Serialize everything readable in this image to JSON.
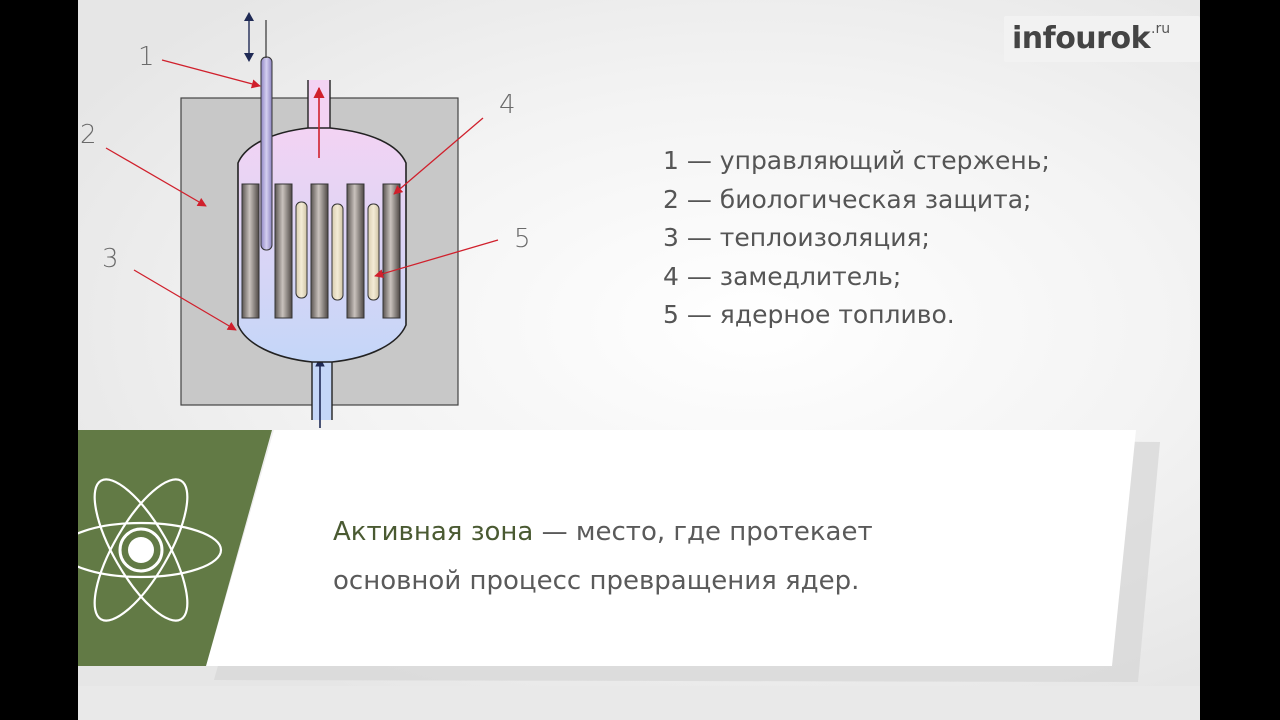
{
  "logo": {
    "text": "infourok",
    "suffix": ".ru"
  },
  "diagram": {
    "labels": [
      "1",
      "2",
      "3",
      "4",
      "5"
    ]
  },
  "legend": [
    "1 — управляющий стержень;",
    "2 — биологическая защита;",
    "3 — теплоизоляция;",
    "4 — замедлитель;",
    "5 — ядерное топливо."
  ],
  "definition": {
    "term": "Активная зона",
    "line1_rest": " — место, где протекает",
    "line2": "основной процесс превращения ядер."
  },
  "colors": {
    "band_green": "#627a45",
    "arrow_red": "#d0202c",
    "shield_gray": "#c8c8c8",
    "vessel_top": "#f1d4f2",
    "vessel_bottom": "#c7d7f7"
  }
}
